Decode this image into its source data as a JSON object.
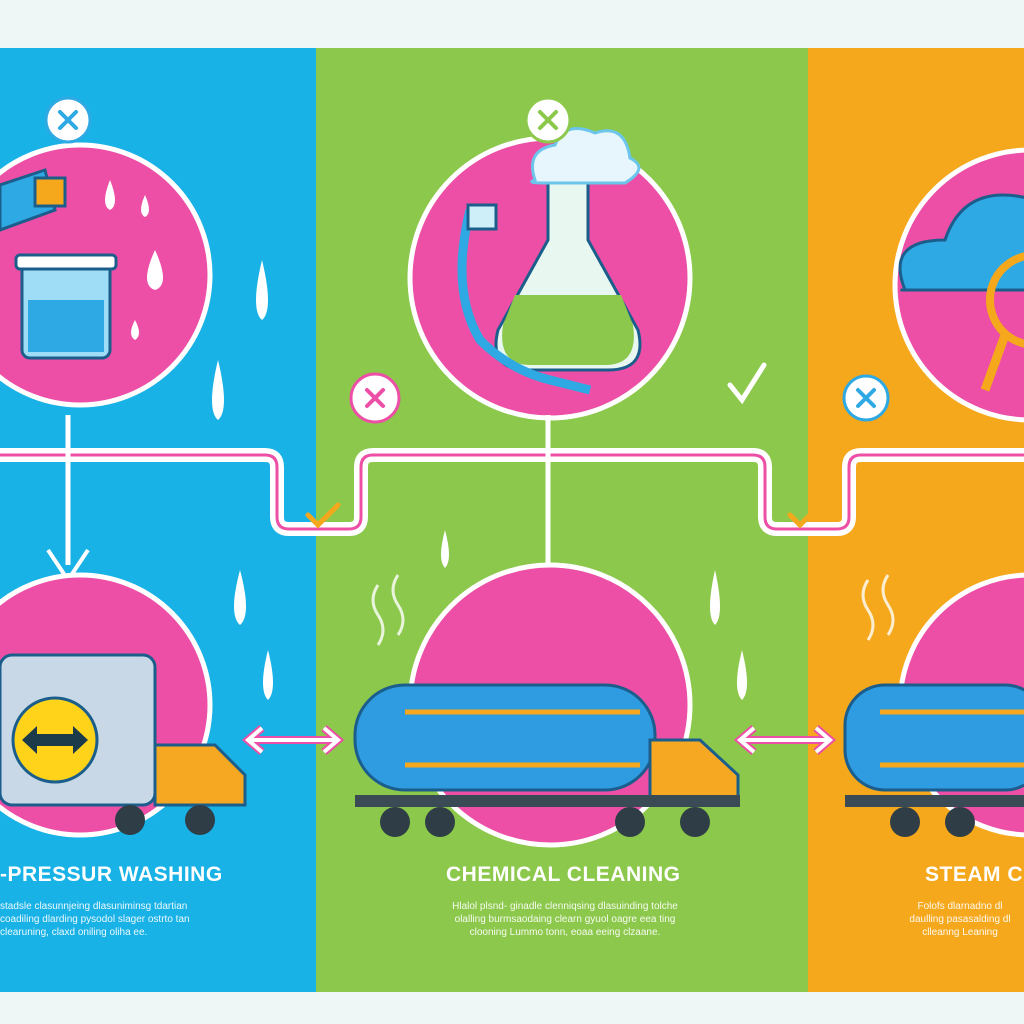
{
  "colors": {
    "blue": "#18b2e6",
    "green": "#8cc84b",
    "orange": "#f5a81c",
    "pink": "#ec4fa5",
    "truck_blue": "#2f9be0",
    "cab_orange": "#f7a823"
  },
  "panels": [
    {
      "title": "-PRESSUR WASHING",
      "body": "stadsle clasunnjeing dlasuniminsg tdartian\ncoadiling dlarding pysodol slager ostrto tan\nclearuning, claxd oniling oliha ee."
    },
    {
      "title": "CHEMICAL CLEANING",
      "body": "Hlalol plsnd- ginadle clenniqsing dlasuinding tolche\nolalling burmsaodaing clearn gyuol oagre eea ting\nclooning Lummo tonn, eoaa eeing clzaane."
    },
    {
      "title": "STEAM C",
      "body": "Folofs dlarnadno dl\ndaulling pasasalding dl\nclleanng Leaning"
    }
  ],
  "icons": [
    "close-circle-icon",
    "check-icon",
    "double-arrow-icon",
    "water-drop-icon",
    "flask-icon",
    "cloud-icon",
    "magnifier-icon",
    "tanker-truck-icon"
  ]
}
